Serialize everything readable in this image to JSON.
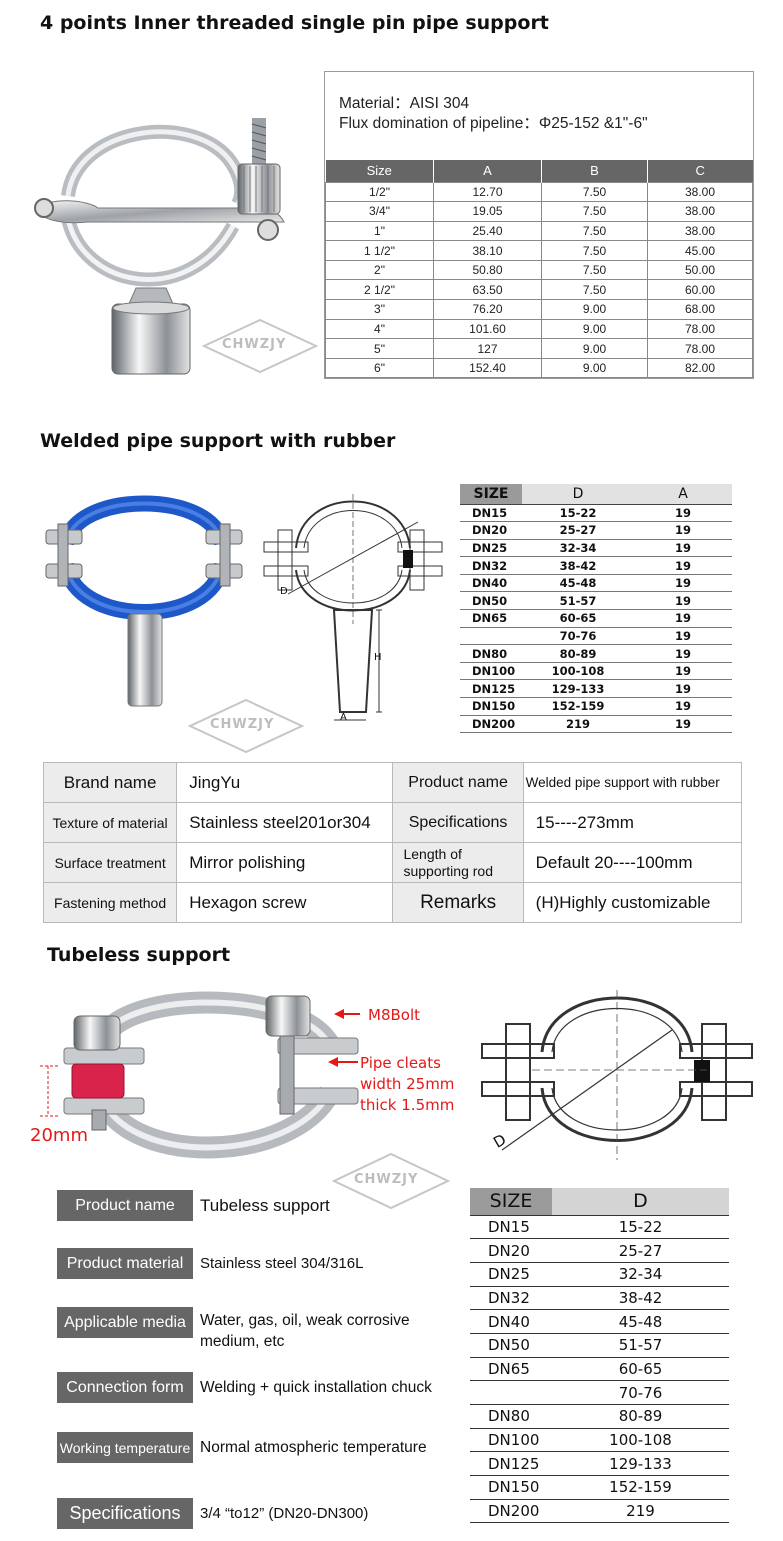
{
  "section1": {
    "title": "4 points Inner threaded single pin pipe support",
    "material_line": "Material：AISI 304",
    "flux_line": "Flux domination of pipeline：Φ25-152 &1\"-6\"",
    "headers": [
      "Size",
      "A",
      "B",
      "C"
    ],
    "rows": [
      [
        "1/2\"",
        "12.70",
        "7.50",
        "38.00"
      ],
      [
        "3/4\"",
        "19.05",
        "7.50",
        "38.00"
      ],
      [
        "1\"",
        "25.40",
        "7.50",
        "38.00"
      ],
      [
        "1 1/2\"",
        "38.10",
        "7.50",
        "45.00"
      ],
      [
        "2\"",
        "50.80",
        "7.50",
        "50.00"
      ],
      [
        "2 1/2\"",
        "63.50",
        "7.50",
        "60.00"
      ],
      [
        "3\"",
        "76.20",
        "9.00",
        "68.00"
      ],
      [
        "4\"",
        "101.60",
        "9.00",
        "78.00"
      ],
      [
        "5\"",
        "127",
        "9.00",
        "78.00"
      ],
      [
        "6\"",
        "152.40",
        "9.00",
        "82.00"
      ]
    ],
    "watermark": "CHWZJY"
  },
  "section2": {
    "title": "Welded pipe support with rubber",
    "watermark": "CHWZJY",
    "drawing_labels": {
      "d": "D",
      "h": "H",
      "a": "A"
    },
    "headers": [
      "SIZE",
      "D",
      "A"
    ],
    "rows": [
      [
        "DN15",
        "15-22",
        "19"
      ],
      [
        "DN20",
        "25-27",
        "19"
      ],
      [
        "DN25",
        "32-34",
        "19"
      ],
      [
        "DN32",
        "38-42",
        "19"
      ],
      [
        "DN40",
        "45-48",
        "19"
      ],
      [
        "DN50",
        "51-57",
        "19"
      ],
      [
        "DN65",
        "60-65",
        "19"
      ],
      [
        "",
        "70-76",
        "19"
      ],
      [
        "DN80",
        "80-89",
        "19"
      ],
      [
        "DN100",
        "100-108",
        "19"
      ],
      [
        "DN125",
        "129-133",
        "19"
      ],
      [
        "DN150",
        "152-159",
        "19"
      ],
      [
        "DN200",
        "219",
        "19"
      ]
    ],
    "info": [
      [
        "Brand name",
        "JingYu",
        "Product name",
        "Welded pipe support with rubber"
      ],
      [
        "Texture of material",
        "Stainless steel201or304",
        "Specifications",
        "15----273mm"
      ],
      [
        "Surface treatment",
        "Mirror polishing",
        "Length of supporting rod",
        "Default  20----100mm"
      ],
      [
        "Fastening method",
        "Hexagon screw",
        "Remarks",
        "(H)Highly customizable"
      ]
    ]
  },
  "section3": {
    "title": "Tubeless support",
    "annotations": {
      "bolt": "M8Bolt",
      "cleats_1": "Pipe cleats",
      "cleats_2": "width 25mm",
      "cleats_3": "thick 1.5mm",
      "height": "20mm"
    },
    "drawing_label": "D",
    "watermark": "CHWZJY",
    "specs": [
      {
        "label": "Product name",
        "value": "Tubeless support"
      },
      {
        "label": "Product material",
        "value": "Stainless steel  304/316L"
      },
      {
        "label": "Applicable media",
        "value": "Water, gas, oil, weak corrosive medium, etc"
      },
      {
        "label": "Connection form",
        "value": "Welding + quick installation chuck"
      },
      {
        "label": "Working temperature",
        "value": "Normal atmospheric temperature"
      },
      {
        "label": "Specifications",
        "value": "3/4  “to12” (DN20-DN300)"
      }
    ],
    "headers": [
      "SIZE",
      "D"
    ],
    "rows": [
      [
        "DN15",
        "15-22"
      ],
      [
        "DN20",
        "25-27"
      ],
      [
        "DN25",
        "32-34"
      ],
      [
        "DN32",
        "38-42"
      ],
      [
        "DN40",
        "45-48"
      ],
      [
        "DN50",
        "51-57"
      ],
      [
        "DN65",
        "60-65"
      ],
      [
        "",
        "70-76"
      ],
      [
        "DN80",
        "80-89"
      ],
      [
        "DN100",
        "100-108"
      ],
      [
        "DN125",
        "129-133"
      ],
      [
        "DN150",
        "152-159"
      ],
      [
        "DN200",
        "219"
      ]
    ],
    "colors": {
      "annotation": "#e51818",
      "label_bg": "#666666",
      "cleat_red": "#d9234a"
    }
  }
}
